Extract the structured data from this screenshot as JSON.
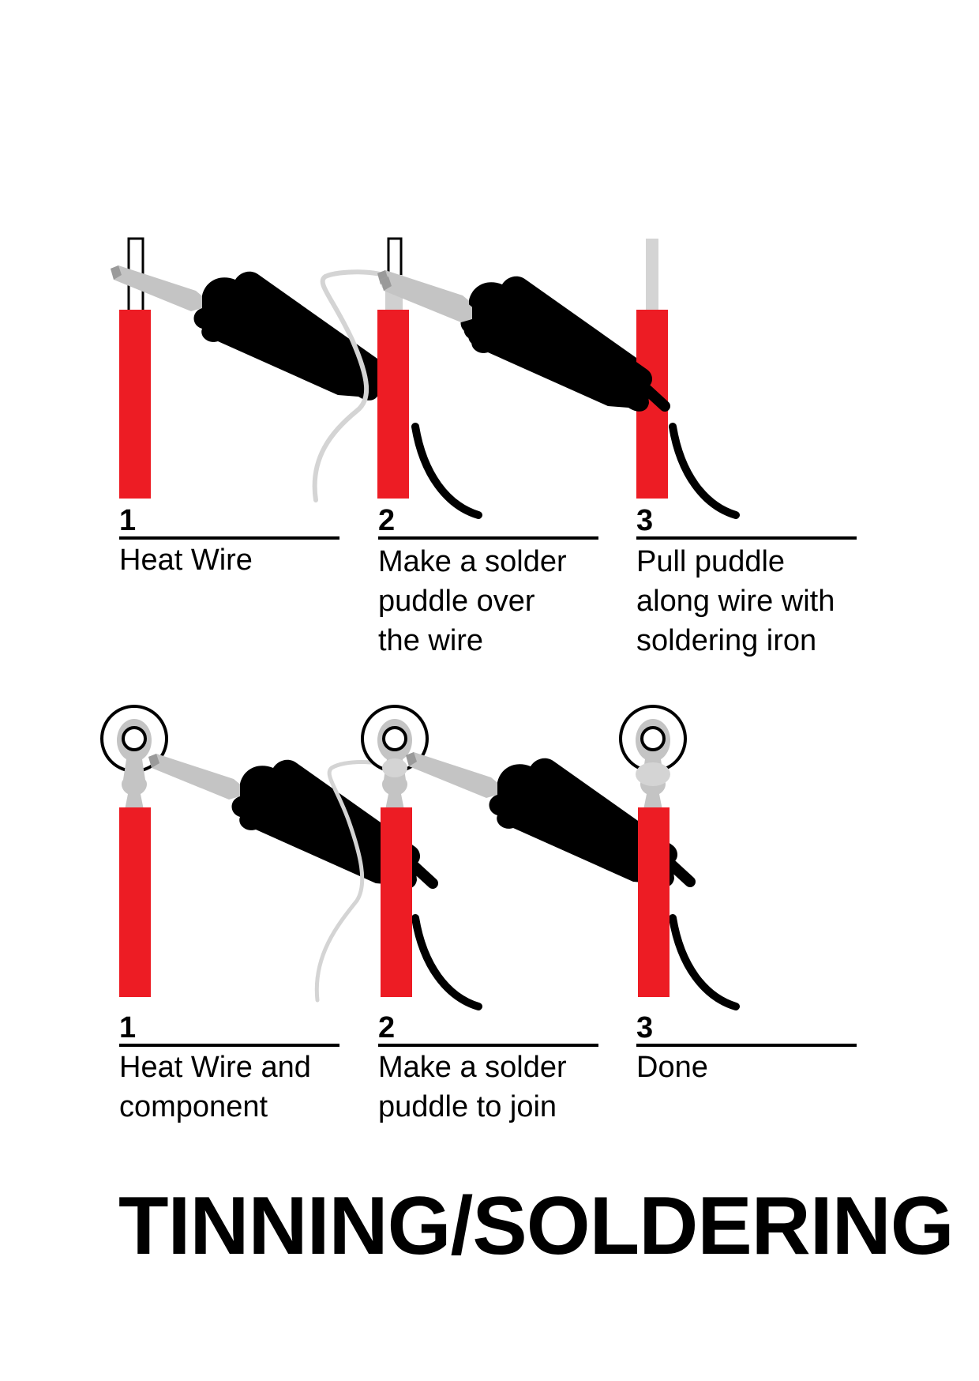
{
  "title": "TINNING/SOLDERING",
  "colors": {
    "sleeve": "#ed1c24",
    "iron_body": "#000000",
    "iron_tip": "#c8c8c8",
    "solder": "#d4d4d4",
    "conductor": "#ffffff"
  },
  "rows": [
    {
      "name": "tinning",
      "steps": [
        {
          "number": "1",
          "caption": "Heat Wire",
          "icons": [
            "wire-icon",
            "soldering-iron-icon"
          ]
        },
        {
          "number": "2",
          "caption": "Make a solder\npuddle over\nthe wire",
          "icons": [
            "wire-icon",
            "solder-strand-icon",
            "soldering-iron-icon"
          ]
        },
        {
          "number": "3",
          "caption": "Pull puddle\nalong wire with\nsoldering iron",
          "icons": [
            "tinned-wire-icon",
            "soldering-iron-icon"
          ]
        }
      ]
    },
    {
      "name": "soldering",
      "steps": [
        {
          "number": "1",
          "caption": "Heat Wire and\ncomponent",
          "icons": [
            "wire-icon",
            "ring-terminal-icon",
            "soldering-iron-icon"
          ]
        },
        {
          "number": "2",
          "caption": "Make a solder\npuddle to join",
          "icons": [
            "wire-icon",
            "ring-terminal-icon",
            "solder-strand-icon",
            "soldering-iron-icon"
          ]
        },
        {
          "number": "3",
          "caption": "Done",
          "icons": [
            "wire-icon",
            "ring-terminal-icon"
          ]
        }
      ]
    }
  ]
}
